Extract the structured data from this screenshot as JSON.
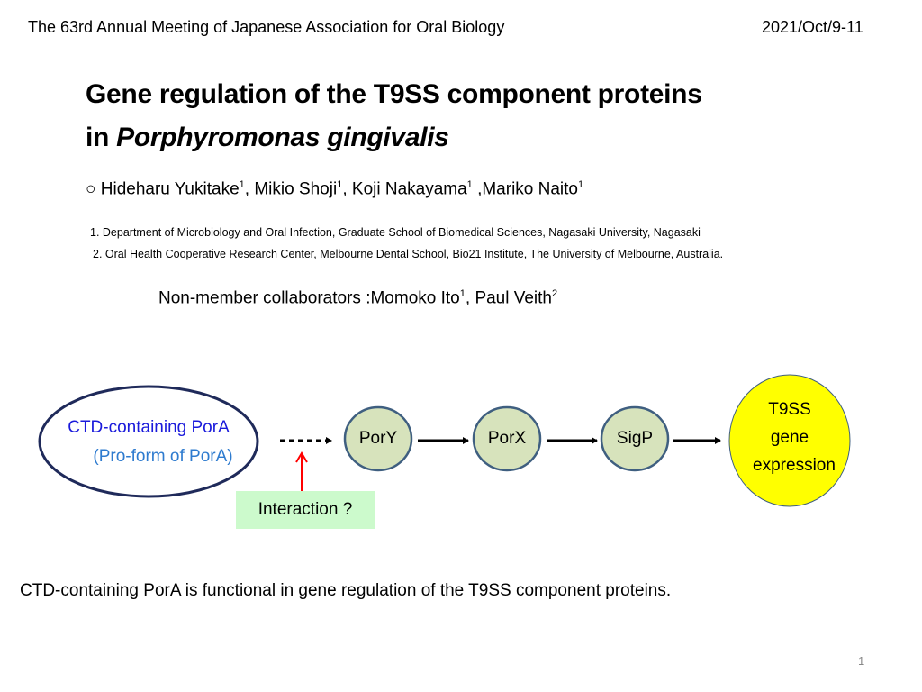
{
  "header": {
    "meeting": "The 63rd Annual Meeting of Japanese Association for Oral Biology",
    "date": "2021/Oct/9-11"
  },
  "title": {
    "line1": "Gene regulation of the T9SS component proteins",
    "line2_prefix": "in ",
    "line2_italic": "Porphyromonas gingivalis"
  },
  "authors": {
    "presenter_mark": "○",
    "list": [
      {
        "name": "Hideharu Yukitake",
        "sup": "1",
        "sep": ", "
      },
      {
        "name": "Mikio Shoji",
        "sup": "1",
        "sep": ", "
      },
      {
        "name": "Koji Nakayama",
        "sup": "1",
        "sep": " ,"
      },
      {
        "name": "Mariko Naito",
        "sup": "1",
        "sep": ""
      }
    ]
  },
  "affiliations": [
    "1. Department of Microbiology and Oral Infection, Graduate School of Biomedical Sciences, Nagasaki University, Nagasaki",
    "2. Oral Health Cooperative Research Center, Melbourne Dental School, Bio21 Institute, The University of Melbourne, Australia."
  ],
  "collaborators": {
    "label": "Non-member collaborators :",
    "list": [
      {
        "name": "Momoko Ito",
        "sup": "1",
        "sep": ", "
      },
      {
        "name": "Paul Veith",
        "sup": "2",
        "sep": ""
      }
    ]
  },
  "diagram": {
    "source_line1": "CTD-containing PorA",
    "source_line2": "(Pro-form of PorA)",
    "nodes": [
      "PorY",
      "PorX",
      "SigP"
    ],
    "target": [
      "T9SS",
      "gene",
      "expression"
    ],
    "interaction": "Interaction ?",
    "colors": {
      "source_text1": "#1a1adb",
      "source_text2": "#2e7bcf",
      "node_fill": "#d7e3bc",
      "target_fill": "#ffff00",
      "red_arrow": "#ff0000",
      "interaction_bg": "#ccfacc"
    }
  },
  "conclusion": "CTD-containing PorA is functional in gene regulation of the T9SS component proteins.",
  "page_number": "1"
}
